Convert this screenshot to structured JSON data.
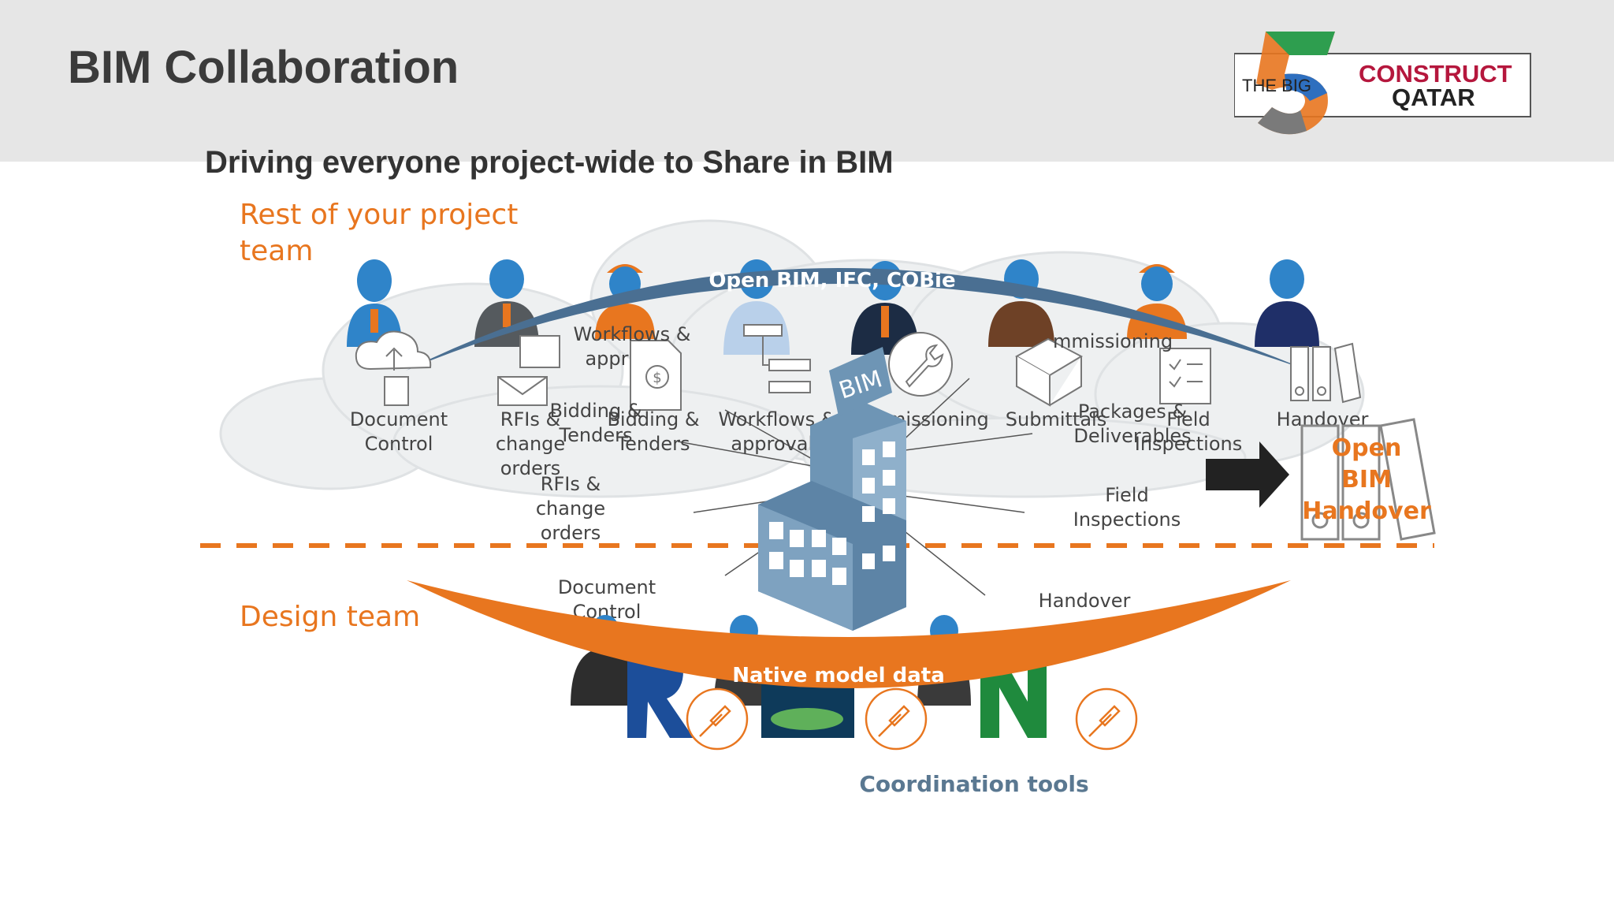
{
  "slide": {
    "title": "BIM Collaboration",
    "subtitle": "Driving everyone project-wide to Share in BIM"
  },
  "logo": {
    "prefix": "THE BIG",
    "numeral": "5",
    "line1": "CONSTRUCT",
    "line2": "QATAR"
  },
  "sections": {
    "rest_team_line1": "Rest of your project",
    "rest_team_line2": "team",
    "design_team": "Design team"
  },
  "arcs": {
    "top": "Open BIM, IFC, COBie",
    "bottom": "Native model data"
  },
  "building_sign": "BIM",
  "handover_box": [
    "Open",
    "BIM",
    "Handover"
  ],
  "coordination_tools": "Coordination tools",
  "top_row_labels": [
    [
      "Document",
      "Control"
    ],
    [
      "RFIs &",
      "change",
      "orders"
    ],
    [
      "Bidding &",
      "Tenders"
    ],
    [
      "Workflows &",
      "approvals"
    ],
    [
      "Commissioning"
    ],
    [
      "Submittals"
    ],
    [
      "Field",
      "Inspections"
    ],
    [
      "Handover"
    ]
  ],
  "ghost_labels": {
    "workflows": "Workflows &",
    "workflows_cut": "appr",
    "commissioning_cut": "mmissioning",
    "bidding": [
      "Bidding &",
      "Tenders"
    ],
    "packages": [
      "Packages &",
      "Deliverables"
    ]
  },
  "inner_labels": {
    "rfis": [
      "RFIs &",
      "change",
      "orders"
    ],
    "field": [
      "Field",
      "Inspections"
    ],
    "document": [
      "Document",
      "Control"
    ],
    "handover": "Handover"
  },
  "colors": {
    "orange": "#e8761f",
    "blue_arc": "#4a6f92",
    "person_blue": "#2f84c9",
    "building": "#6e95b5",
    "tool_blue": "#5a7891"
  },
  "icons": [
    "cloud-upload-icon",
    "document-icon",
    "email-icon",
    "invoice-icon",
    "flowchart-icon",
    "wrench-icon",
    "packages-icon",
    "checklist-icon",
    "binders-icon",
    "plug-icon",
    "arrow-right-icon"
  ]
}
